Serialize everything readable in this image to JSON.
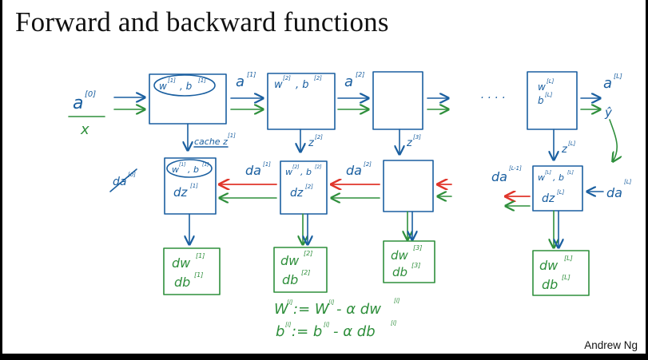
{
  "title": "Forward and backward functions",
  "author": "Andrew Ng",
  "forward": {
    "input_a": "a",
    "input_a_sup": "[0]",
    "input_x": "x",
    "block1": "w",
    "block1_sup1": "[1]",
    "block1_b": ", b",
    "block1_sup2": "[1]",
    "out1": "a",
    "out1_sup": "[1]",
    "block2": "w",
    "block2_sup1": "[2]",
    "block2_b": ", b",
    "block2_sup2": "[2]",
    "out2": "a",
    "out2_sup": "[2]",
    "dots": "· · · ·",
    "blockL_w": "w",
    "blockL_w_sup": "[L]",
    "blockL_b": "b",
    "blockL_b_sup": "[L]",
    "outL": "a",
    "outL_sup": "[L]",
    "yhat": "ŷ"
  },
  "cache": {
    "cache1": "cache z",
    "cache1_sup": "[1]",
    "cache2": "z",
    "cache2_sup": "[2]",
    "cache3": "z",
    "cache3_sup": "[3]",
    "cacheL": "z",
    "cacheL_sup": "[L]"
  },
  "backward": {
    "da0": "da",
    "da0_sup": "[0]",
    "b1_top": "w",
    "b1_top_sup1": "[1]",
    "b1_top_b": ", b",
    "b1_top_sup2": "[1]",
    "b1_dz": "dz",
    "b1_dz_sup": "[1]",
    "da1": "da",
    "da1_sup": "[1]",
    "b2_top": "w",
    "b2_top_sup1": "[2]",
    "b2_top_b": ", b",
    "b2_top_sup2": "[2]",
    "b2_dz": "dz",
    "b2_dz_sup": "[2]",
    "da2": "da",
    "da2_sup": "[2]",
    "daLm1": "da",
    "daLm1_sup": "[L-1]",
    "bL_top": "w",
    "bL_top_sup1": "[L]",
    "bL_top_b": ", b",
    "bL_top_sup2": "[L]",
    "bL_dz": "dz",
    "bL_dz_sup": "[L]",
    "daL": "da",
    "daL_sup": "[L]"
  },
  "grads": {
    "g1_dw": "dw",
    "g1_dw_sup": "[1]",
    "g1_db": "db",
    "g1_db_sup": "[1]",
    "g2_dw": "dw",
    "g2_dw_sup": "[2]",
    "g2_db": "db",
    "g2_db_sup": "[2]",
    "g3_dw": "dw",
    "g3_dw_sup": "[3]",
    "g3_db": "db",
    "g3_db_sup": "[3]",
    "gL_dw": "dw",
    "gL_dw_sup": "[L]",
    "gL_db": "db",
    "gL_db_sup": "[L]"
  },
  "updates": {
    "w_lhs": "W",
    "w_lhs_sup": "[l]",
    "w_eq": ":= W",
    "w_eq_sup": "[l]",
    "w_rhs": "- α dw",
    "w_rhs_sup": "[l]",
    "b_lhs": "b",
    "b_lhs_sup": "[l]",
    "b_eq": ":= b",
    "b_eq_sup": "[l]",
    "b_rhs": "- α db",
    "b_rhs_sup": "[l]"
  },
  "colors": {
    "blue_ink": "#1a5fa0",
    "green_ink": "#2f8f3c",
    "red_ink": "#e0352b"
  }
}
